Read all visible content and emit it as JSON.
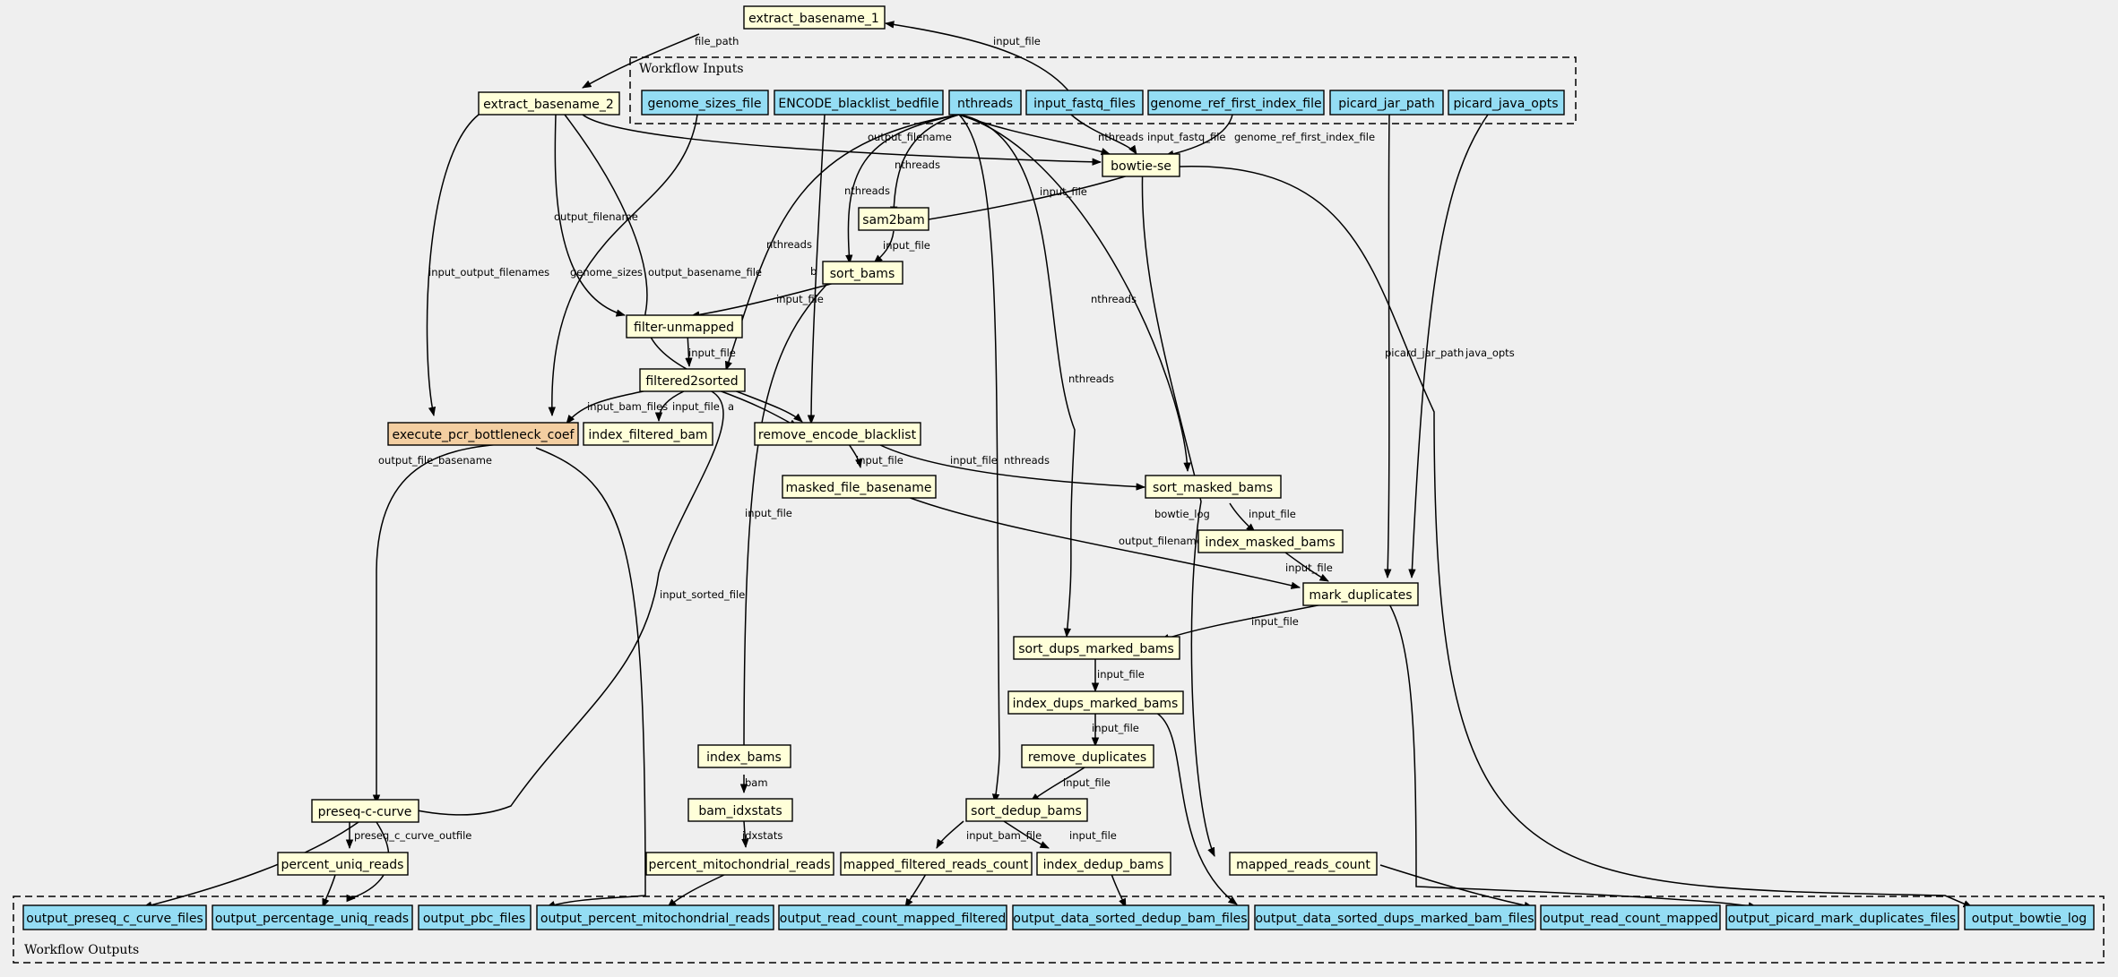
{
  "groups": {
    "inputs_label": "Workflow Inputs",
    "outputs_label": "Workflow Outputs"
  },
  "colors": {
    "input": "#94ddf4",
    "step": "#ffffd9",
    "highlight": "#f3cea1",
    "background": "#efefef"
  },
  "nodes": {
    "extract_basename_1": "extract_basename_1",
    "extract_basename_2": "extract_basename_2",
    "genome_sizes_file": "genome_sizes_file",
    "encode_blacklist_bedfile": "ENCODE_blacklist_bedfile",
    "nthreads": "nthreads",
    "input_fastq_files": "input_fastq_files",
    "genome_ref_first_index_file": "genome_ref_first_index_file",
    "picard_jar_path": "picard_jar_path",
    "picard_java_opts": "picard_java_opts",
    "bowtie_se": "bowtie-se",
    "sam2bam": "sam2bam",
    "sort_bams": "sort_bams",
    "filter_unmapped": "filter-unmapped",
    "filtered2sorted": "filtered2sorted",
    "execute_pcr_bottleneck_coef": "execute_pcr_bottleneck_coef",
    "index_filtered_bam": "index_filtered_bam",
    "remove_encode_blacklist": "remove_encode_blacklist",
    "masked_file_basename": "masked_file_basename",
    "sort_masked_bams": "sort_masked_bams",
    "index_masked_bams": "index_masked_bams",
    "mark_duplicates": "mark_duplicates",
    "sort_dups_marked_bams": "sort_dups_marked_bams",
    "index_dups_marked_bams": "index_dups_marked_bams",
    "remove_duplicates": "remove_duplicates",
    "index_bams": "index_bams",
    "bam_idxstats": "bam_idxstats",
    "preseq_c_curve": "preseq-c-curve",
    "sort_dedup_bams": "sort_dedup_bams",
    "percent_uniq_reads": "percent_uniq_reads",
    "percent_mitochondrial_reads": "percent_mitochondrial_reads",
    "mapped_filtered_reads_count": "mapped_filtered_reads_count",
    "index_dedup_bams": "index_dedup_bams",
    "mapped_reads_count": "mapped_reads_count",
    "output_preseq_c_curve_files": "output_preseq_c_curve_files",
    "output_percentage_uniq_reads": "output_percentage_uniq_reads",
    "output_pbc_files": "output_pbc_files",
    "output_percent_mitochondrial_reads": "output_percent_mitochondrial_reads",
    "output_read_count_mapped_filtered": "output_read_count_mapped_filtered",
    "output_data_sorted_dedup_bam_files": "output_data_sorted_dedup_bam_files",
    "output_data_sorted_dups_marked_bam_files": "output_data_sorted_dups_marked_bam_files",
    "output_read_count_mapped": "output_read_count_mapped",
    "output_picard_mark_duplicates_files": "output_picard_mark_duplicates_files",
    "output_bowtie_log": "output_bowtie_log"
  },
  "edge_labels": {
    "file_path": "file_path",
    "input_file_top": "input_file",
    "output_filename_bowtie": "output_filename",
    "nthreads_bowtie": "nthreads",
    "input_fastq_file": "input_fastq_file",
    "genome_ref_first_index_file": "genome_ref_first_index_file",
    "input_file_sam2bam": "input_file",
    "nthreads_sam2bam": "nthreads",
    "nthreads_sortbams": "nthreads",
    "input_file_sortbams": "input_file",
    "output_filename_filter": "output_filename",
    "input_output_filenames": "input_output_filenames",
    "genome_sizes": "genome_sizes",
    "output_basename_file": "output_basename_file",
    "nthreads_f2s": "nthreads",
    "b": "b",
    "input_file_filter": "input_file",
    "input_file_f2s": "input_file",
    "input_bam_files": "input_bam_files",
    "input_file_index_filtered": "input_file",
    "a": "a",
    "nthreads_masked": "nthreads",
    "nthreads_mid": "nthreads",
    "nthreads_sortdedup": "nthreads",
    "picard_jar_path": "picard_jar_path",
    "java_opts": "java_opts",
    "output_file_basename": "output_file_basename",
    "input_file_masked_basename": "input_file",
    "input_file_sort_masked": "input_file",
    "bowtie_log": "bowtie_log",
    "input_file_index_masked": "input_file",
    "output_filename_markdup": "output_filename",
    "input_file_markdup": "input_file",
    "input_file_index_bams": "input_file",
    "input_sorted_file": "input_sorted_file",
    "input_file_sort_dups": "input_file",
    "input_file_index_dups": "input_file",
    "input_file_remove_dups": "input_file",
    "input_file_sort_dedup": "input_file",
    "bam": "bam",
    "idxstats": "idxstats",
    "preseq_c_curve_outfile": "preseq_c_curve_outfile",
    "input_bam_file": "input_bam_file",
    "input_file_index_dedup": "input_file"
  }
}
